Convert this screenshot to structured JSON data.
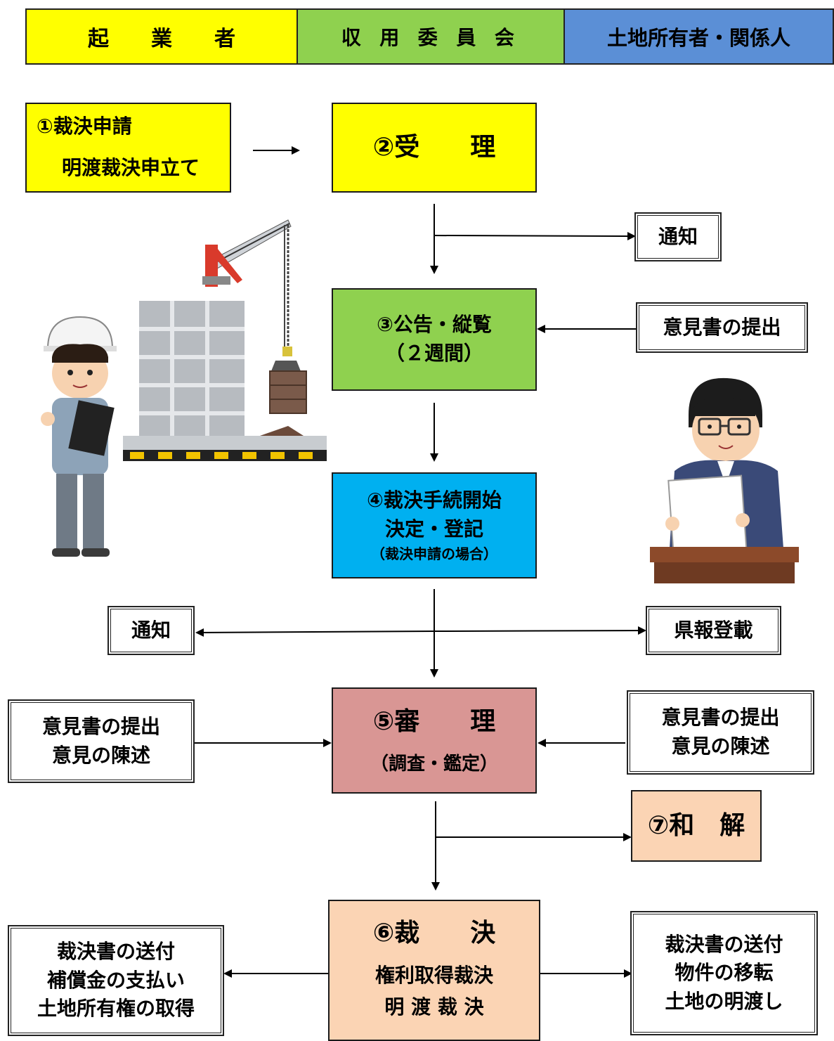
{
  "header": {
    "entrepreneur": "起　　業　　者",
    "committee": "収 用 委 員 会",
    "landowners": "土地所有者・関係人"
  },
  "steps": {
    "application": {
      "line1": "①裁決申請",
      "line2": "明渡裁決申立て"
    },
    "acceptance": {
      "label": "②受　　理"
    },
    "notice_top": {
      "label": "通知"
    },
    "opinion_top": {
      "label": "意見書の提出"
    },
    "announcement": {
      "line1": "③公告・縦覧",
      "line2": "（２週間）"
    },
    "commencement": {
      "line1": "④裁決手続開始",
      "line2": "決定・登記",
      "line3": "（裁決申請の場合）"
    },
    "notice_left": {
      "label": "通知"
    },
    "gazette": {
      "label": "県報登載"
    },
    "opinion_left": {
      "line1": "意見書の提出",
      "line2": "意見の陳述"
    },
    "hearing": {
      "line1": "⑤審　　理",
      "line2": "（調査・鑑定）"
    },
    "opinion_right": {
      "line1": "意見書の提出",
      "line2": "意見の陳述"
    },
    "settlement": {
      "label": "⑦和　解"
    },
    "ruling": {
      "line1": "⑥裁　　決",
      "line2": "権利取得裁決",
      "line3": "明 渡 裁 決"
    },
    "result_left": {
      "line1": "裁決書の送付",
      "line2": "補償金の支払い",
      "line3": "土地所有権の取得"
    },
    "result_right": {
      "line1": "裁決書の送付",
      "line2": "物件の移転",
      "line3": "土地の明渡し"
    }
  },
  "colors": {
    "entrepreneur": "#ffff00",
    "committee": "#8fd14f",
    "landowners": "#5b8fd6",
    "commencement": "#00b0f0",
    "hearing": "#d99694",
    "ruling": "#fbd4b4"
  },
  "illustrations": [
    "construction-worker-icon",
    "crane-building-icon",
    "office-worker-icon"
  ]
}
